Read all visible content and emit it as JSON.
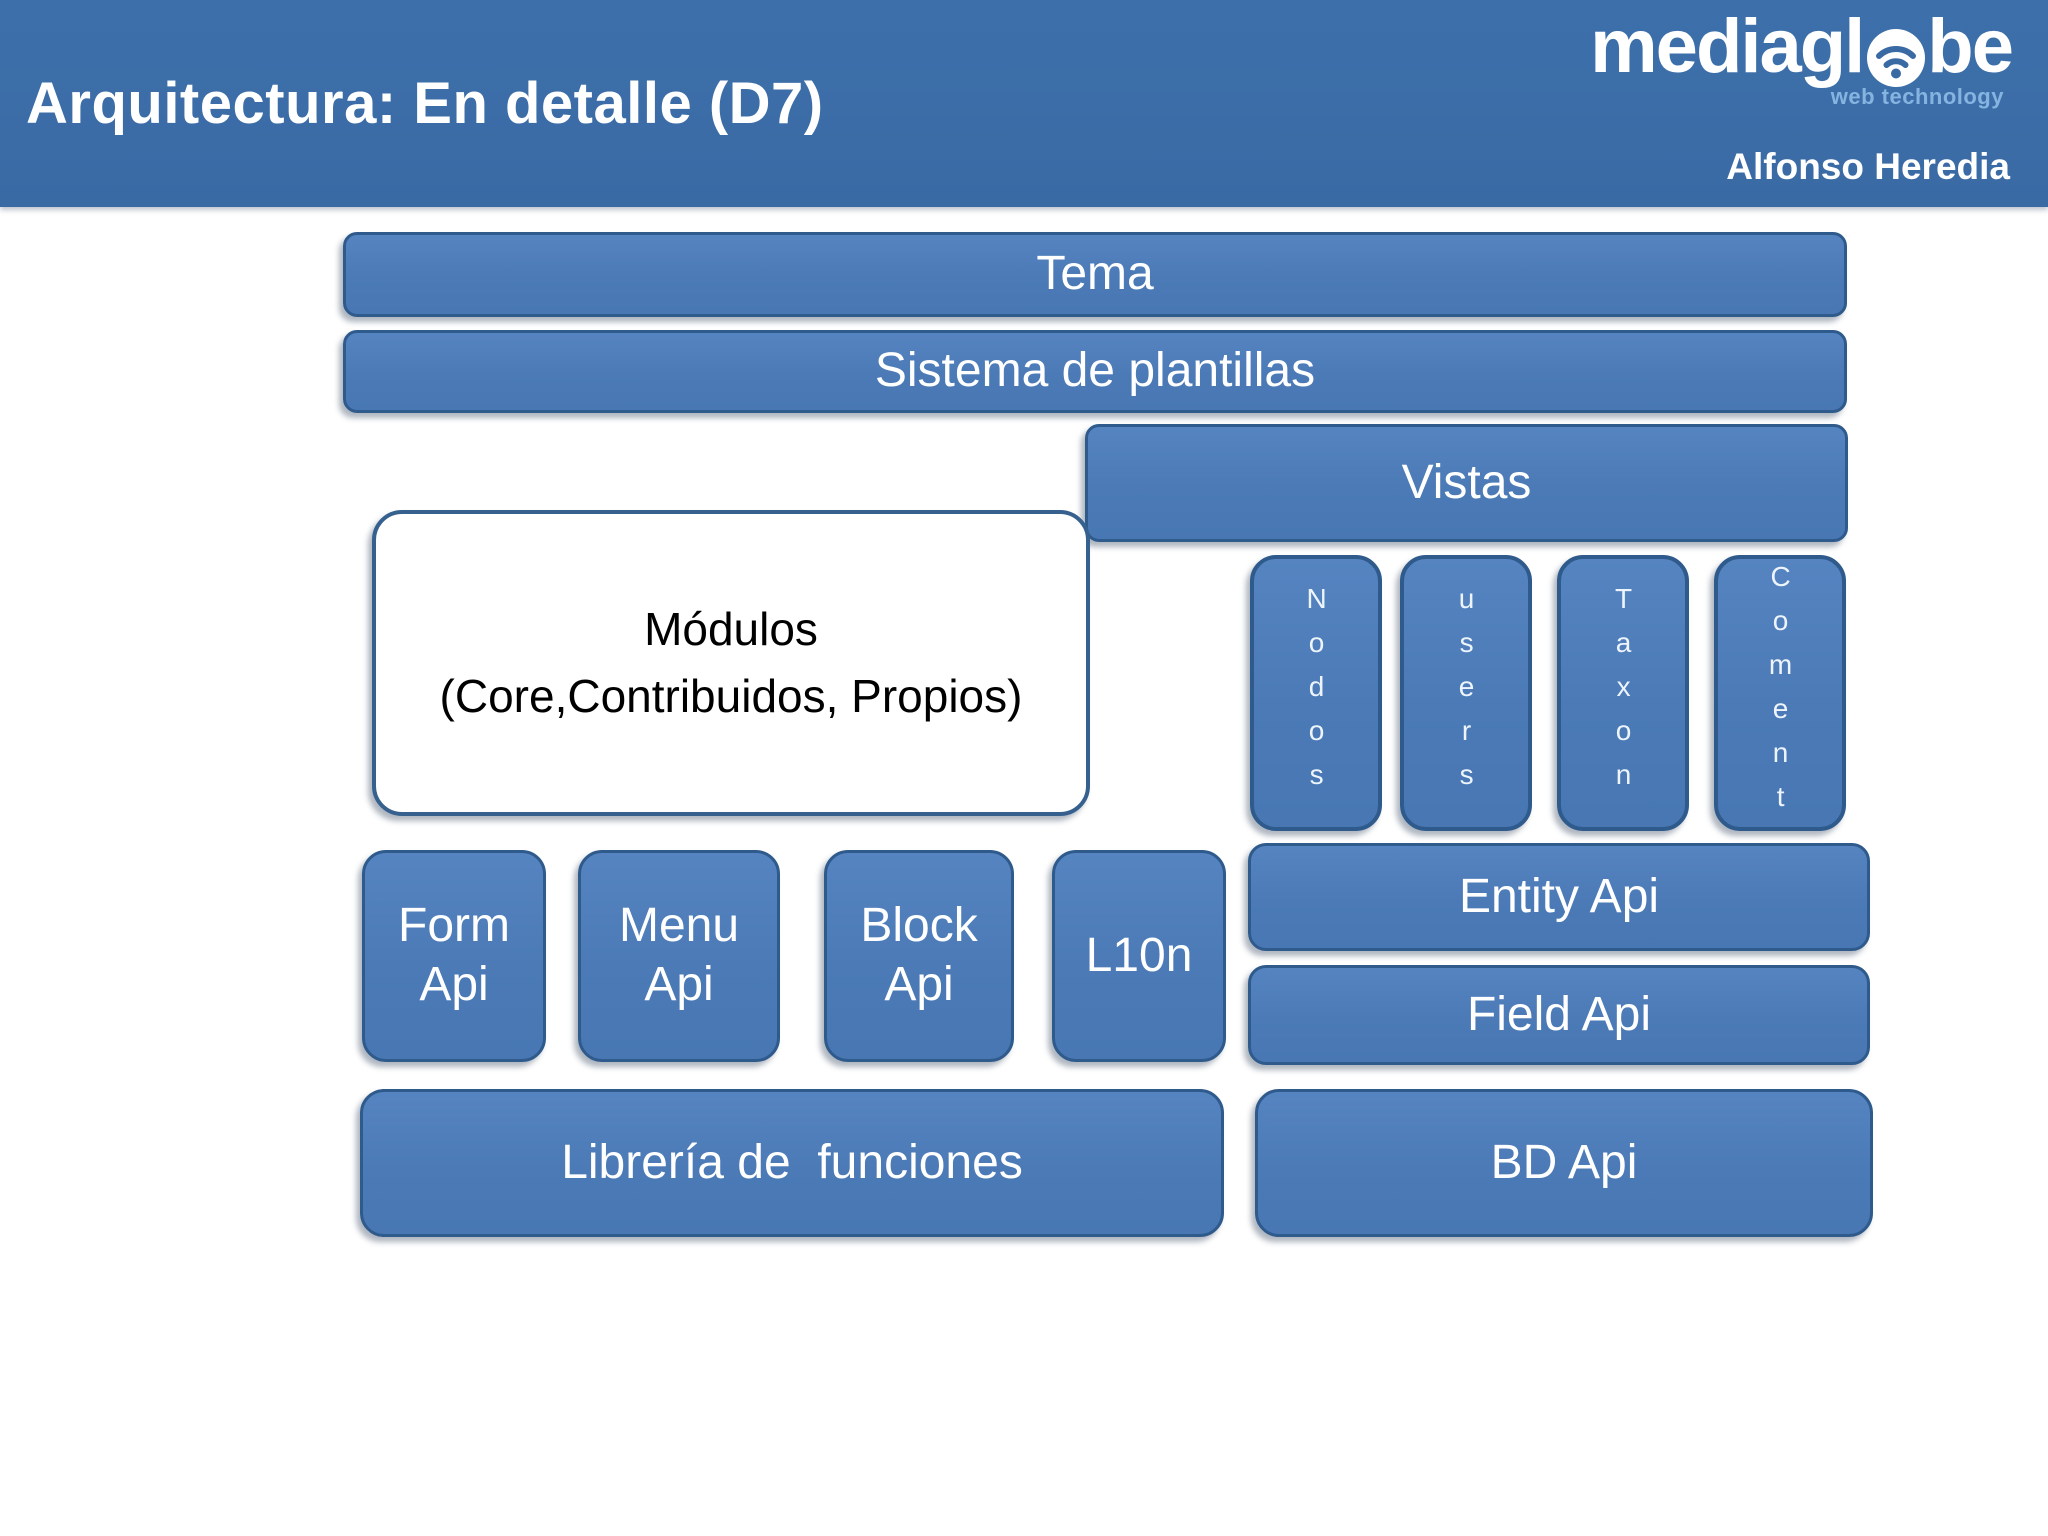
{
  "header": {
    "title": "Arquitectura: En detalle (D7)",
    "author": "Alfonso Heredia",
    "logo": {
      "brand": "mediaglobe",
      "brand_prefix": "mediagl",
      "brand_suffix": "be",
      "tagline": "web technology"
    }
  },
  "diagram": {
    "tema": "Tema",
    "sistema": "Sistema de plantillas",
    "vistas": "Vistas",
    "modulos": {
      "line1": "Módulos",
      "line2": "(Core,Contribuidos, Propios)"
    },
    "pills": [
      {
        "label": "Nodos"
      },
      {
        "label": "users"
      },
      {
        "label": "Taxon"
      },
      {
        "label": "Coment"
      }
    ],
    "api_row": {
      "form": "Form Api",
      "menu": "Menu Api",
      "block": "Block Api",
      "l10n": "L10n"
    },
    "right_stack": {
      "entity": "Entity Api",
      "field": "Field Api"
    },
    "bottom_row": {
      "libreria": "Librería de  funciones",
      "bd": "BD Api"
    }
  },
  "colors": {
    "header_bg": "#3A6AA4",
    "box_fill": "#4B7AB6",
    "box_border": "#2F5A8C",
    "modulos_fill": "#FFFFFF",
    "modulos_border": "#36618F",
    "box_text": "#FFFFFF",
    "tagline_text": "#85B4E0"
  }
}
